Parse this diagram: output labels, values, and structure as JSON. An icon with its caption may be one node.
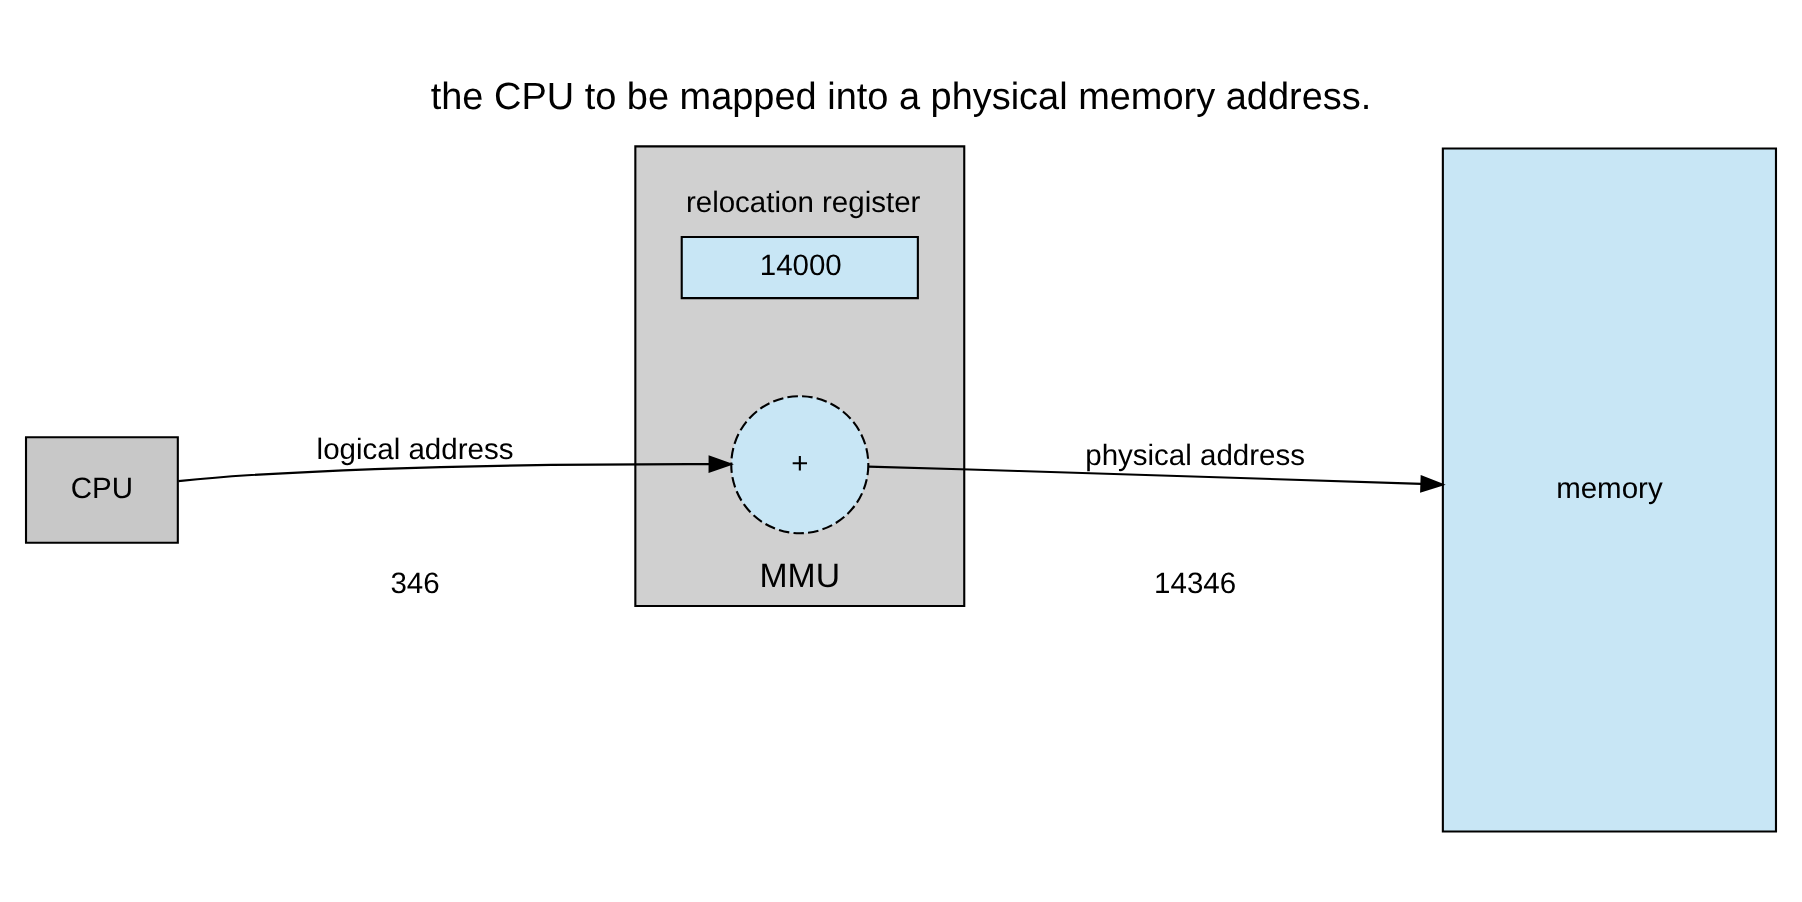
{
  "diagram": {
    "caption": "the CPU to be mapped into a physical memory address.",
    "nodes": [
      {
        "text": [
          "CPU"
        ]
      },
      {
        "text": [
          "MMU"
        ]
      },
      {
        "text": [
          "14000"
        ],
        "in": 1,
        "beside": [
          "relocation register"
        ]
      },
      {
        "text": [
          "+"
        ],
        "in": 1
      },
      {
        "text": [
          "memory"
        ]
      }
    ],
    "edges": [
      {
        "from": 0,
        "to": 3,
        "arrow": "to",
        "label": "logical address"
      },
      {
        "from": 3,
        "to": 4,
        "arrow": "to",
        "label": "physical address"
      }
    ],
    "labels": [
      "346",
      "14346"
    ]
  }
}
